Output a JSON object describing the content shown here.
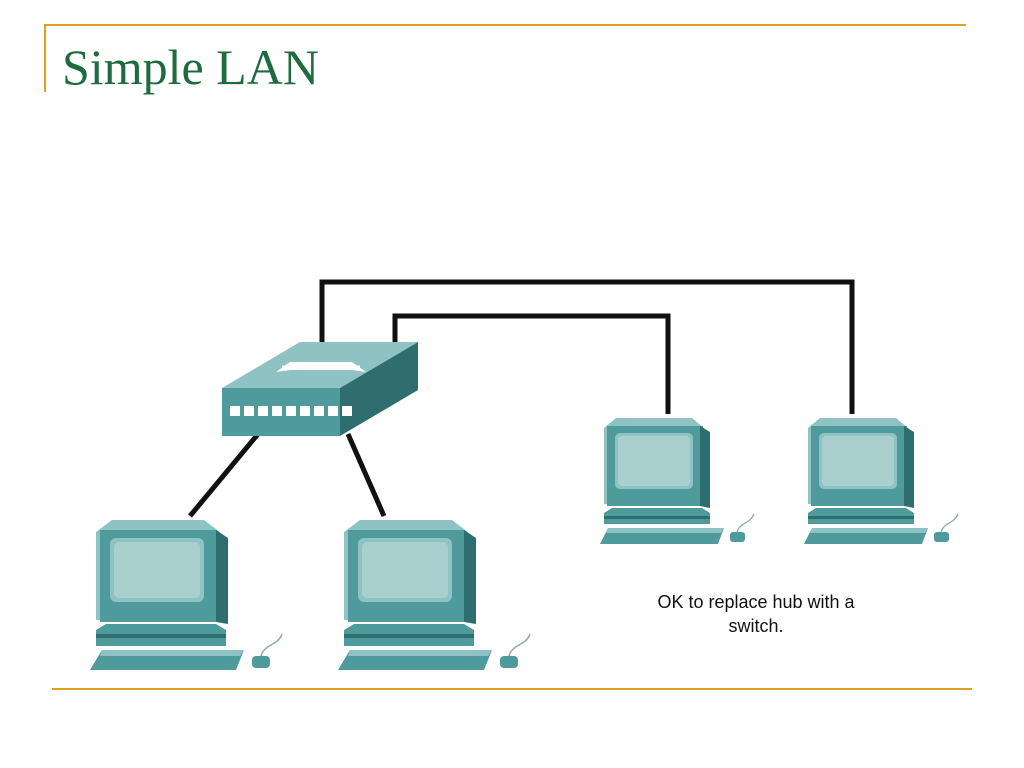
{
  "slide": {
    "title": "Simple LAN",
    "caption": {
      "line1": "OK to replace hub with a",
      "line2": "switch."
    }
  },
  "diagram": {
    "nodes": [
      {
        "id": "hub",
        "icon": "hub-icon"
      },
      {
        "id": "pc-1",
        "icon": "computer-icon"
      },
      {
        "id": "pc-2",
        "icon": "computer-icon"
      },
      {
        "id": "pc-3",
        "icon": "computer-icon"
      },
      {
        "id": "pc-4",
        "icon": "computer-icon"
      }
    ],
    "links": [
      {
        "from": "hub",
        "to": "pc-1"
      },
      {
        "from": "hub",
        "to": "pc-2"
      },
      {
        "from": "hub",
        "to": "pc-3"
      },
      {
        "from": "hub",
        "to": "pc-4"
      }
    ]
  },
  "colors": {
    "title": "#1f6b3f",
    "rule": "#e0a21c",
    "device_face": "#4f9a9a",
    "device_dark": "#2f6e6e",
    "device_light": "#8fc3c3",
    "cable": "#111111"
  }
}
